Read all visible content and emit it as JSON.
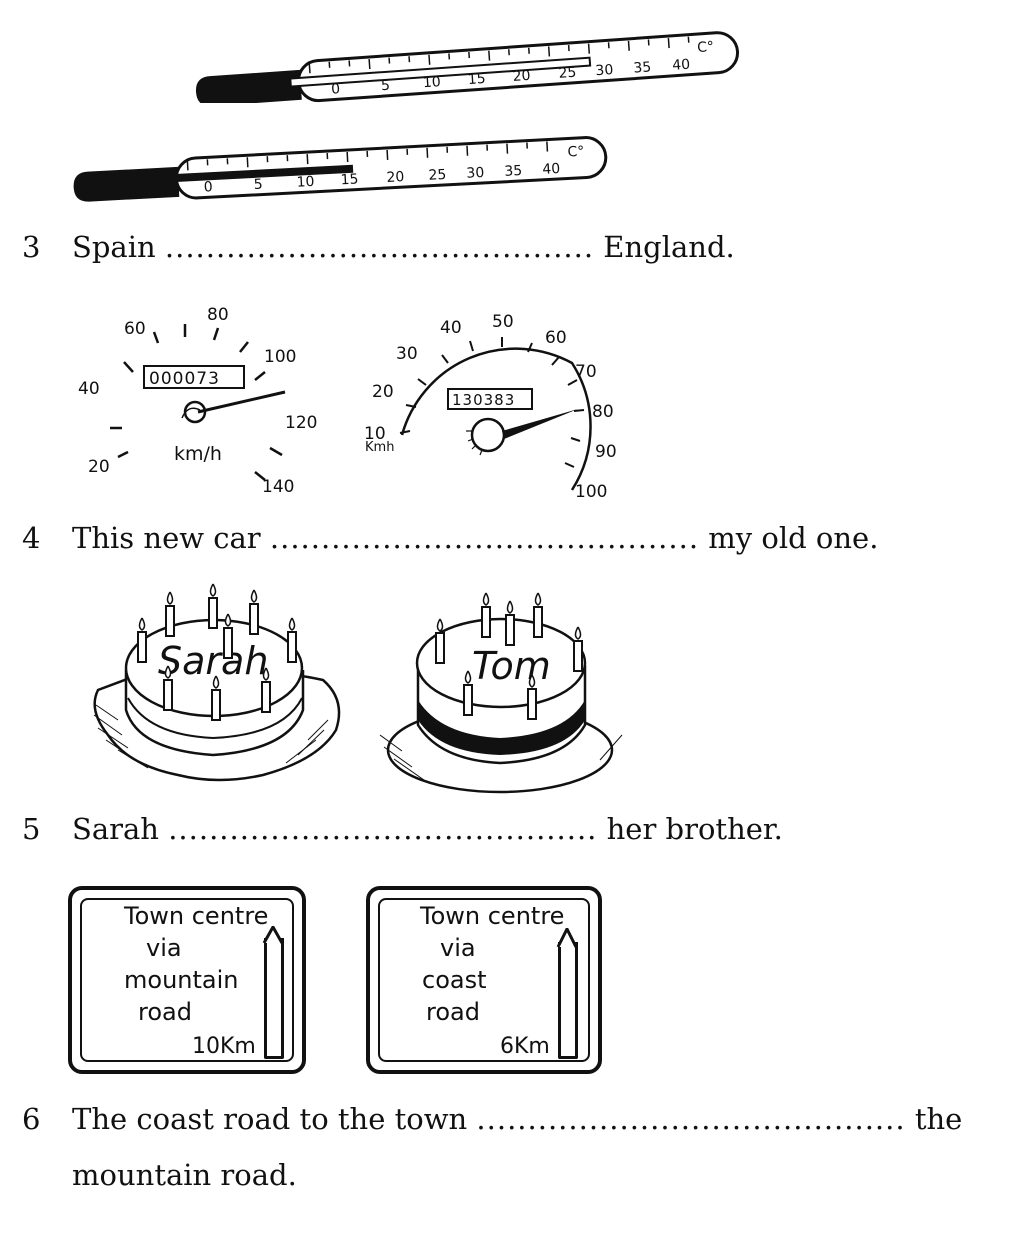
{
  "thermometers": [
    {
      "ticks": [
        "0",
        "5",
        "10",
        "15",
        "20",
        "25",
        "30",
        "35",
        "40"
      ],
      "unit": "C°",
      "reading_c": 25
    },
    {
      "ticks": [
        "0",
        "5",
        "10",
        "15",
        "20",
        "25",
        "30",
        "35",
        "40"
      ],
      "unit": "C°",
      "reading_c": 15
    }
  ],
  "speedometers": [
    {
      "odometer": "000073",
      "unit": "km/h",
      "labels": [
        "20",
        "40",
        "60",
        "80",
        "100",
        "120",
        "140"
      ],
      "reading": 120
    },
    {
      "odometer": "130383",
      "unit": "Kmh",
      "labels": [
        "10",
        "20",
        "30",
        "40",
        "50",
        "60",
        "70",
        "80",
        "90",
        "100"
      ],
      "reading": 80
    }
  ],
  "cakes": [
    {
      "name": "Sarah",
      "candles": 9
    },
    {
      "name": "Tom",
      "candles": 7
    }
  ],
  "signs": [
    {
      "lines": [
        "Town centre",
        "via",
        "mountain",
        "road"
      ],
      "distance": "10Km"
    },
    {
      "lines": [
        "Town centre",
        "via",
        "coast",
        "road"
      ],
      "distance": "6Km"
    }
  ],
  "questions": [
    {
      "number": "3",
      "before": "Spain",
      "blank": "..........................................",
      "after": "England."
    },
    {
      "number": "4",
      "before": "This new car",
      "blank": "..........................................",
      "after": "my old one."
    },
    {
      "number": "5",
      "before": "Sarah",
      "blank": "..........................................",
      "after": "her brother."
    },
    {
      "number": "6",
      "before": "The coast road to the town",
      "blank": "..........................................",
      "after": "the",
      "continuation": "mountain road."
    }
  ]
}
